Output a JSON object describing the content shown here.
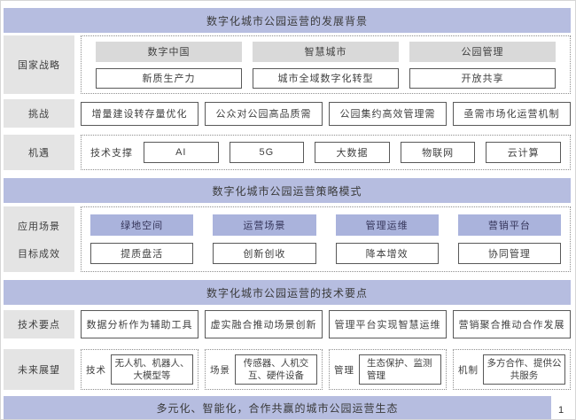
{
  "colors": {
    "banner": "#b6bde0",
    "accent_box": "#aab3dc",
    "label_bg": "#e4e4e4",
    "gray_box": "#d9d9d9"
  },
  "background_section": {
    "title": "数字化城市公园运营的发展背景",
    "strategy": {
      "label": "国家战略",
      "top_boxes": [
        "数字中国",
        "智慧城市",
        "公园管理"
      ],
      "bottom_boxes": [
        "新质生产力",
        "城市全域数字化转型",
        "开放共享"
      ]
    },
    "challenges": {
      "label": "挑战",
      "boxes": [
        "增量建设转存量优化",
        "公众对公园高品质需",
        "公园集约高效管理需",
        "亟需市场化运营机制"
      ]
    },
    "opportunities": {
      "label": "机遇",
      "prefix": "技术支撑",
      "boxes": [
        "AI",
        "5G",
        "大数据",
        "物联网",
        "云计算"
      ]
    }
  },
  "mode_section": {
    "title": "数字化城市公园运营策略模式",
    "label_top": "应用场景",
    "label_bottom": "目标成效",
    "scenes": [
      "绿地空间",
      "运营场景",
      "管理运维",
      "营销平台"
    ],
    "goals": [
      "提质盘活",
      "创新创收",
      "降本增效",
      "协同管理"
    ]
  },
  "tech_section": {
    "title": "数字化城市公园运营的技术要点",
    "label": "技术要点",
    "boxes": [
      "数据分析作为辅助工具",
      "虚实融合推动场景创新",
      "管理平台实现智慧运维",
      "营销聚合推动合作发展"
    ]
  },
  "future_section": {
    "label": "未来展望",
    "groups": [
      {
        "tag": "技术",
        "text": "无人机、机器人、大模型等"
      },
      {
        "tag": "场景",
        "text": "传感器、人机交互、硬件设备"
      },
      {
        "tag": "管理",
        "text": "生态保护、监测管理"
      },
      {
        "tag": "机制",
        "text": "多方合作、提供公共服务"
      }
    ]
  },
  "footer": {
    "title": "多元化、智能化，合作共赢的城市公园运营生态",
    "page_number": "1"
  }
}
